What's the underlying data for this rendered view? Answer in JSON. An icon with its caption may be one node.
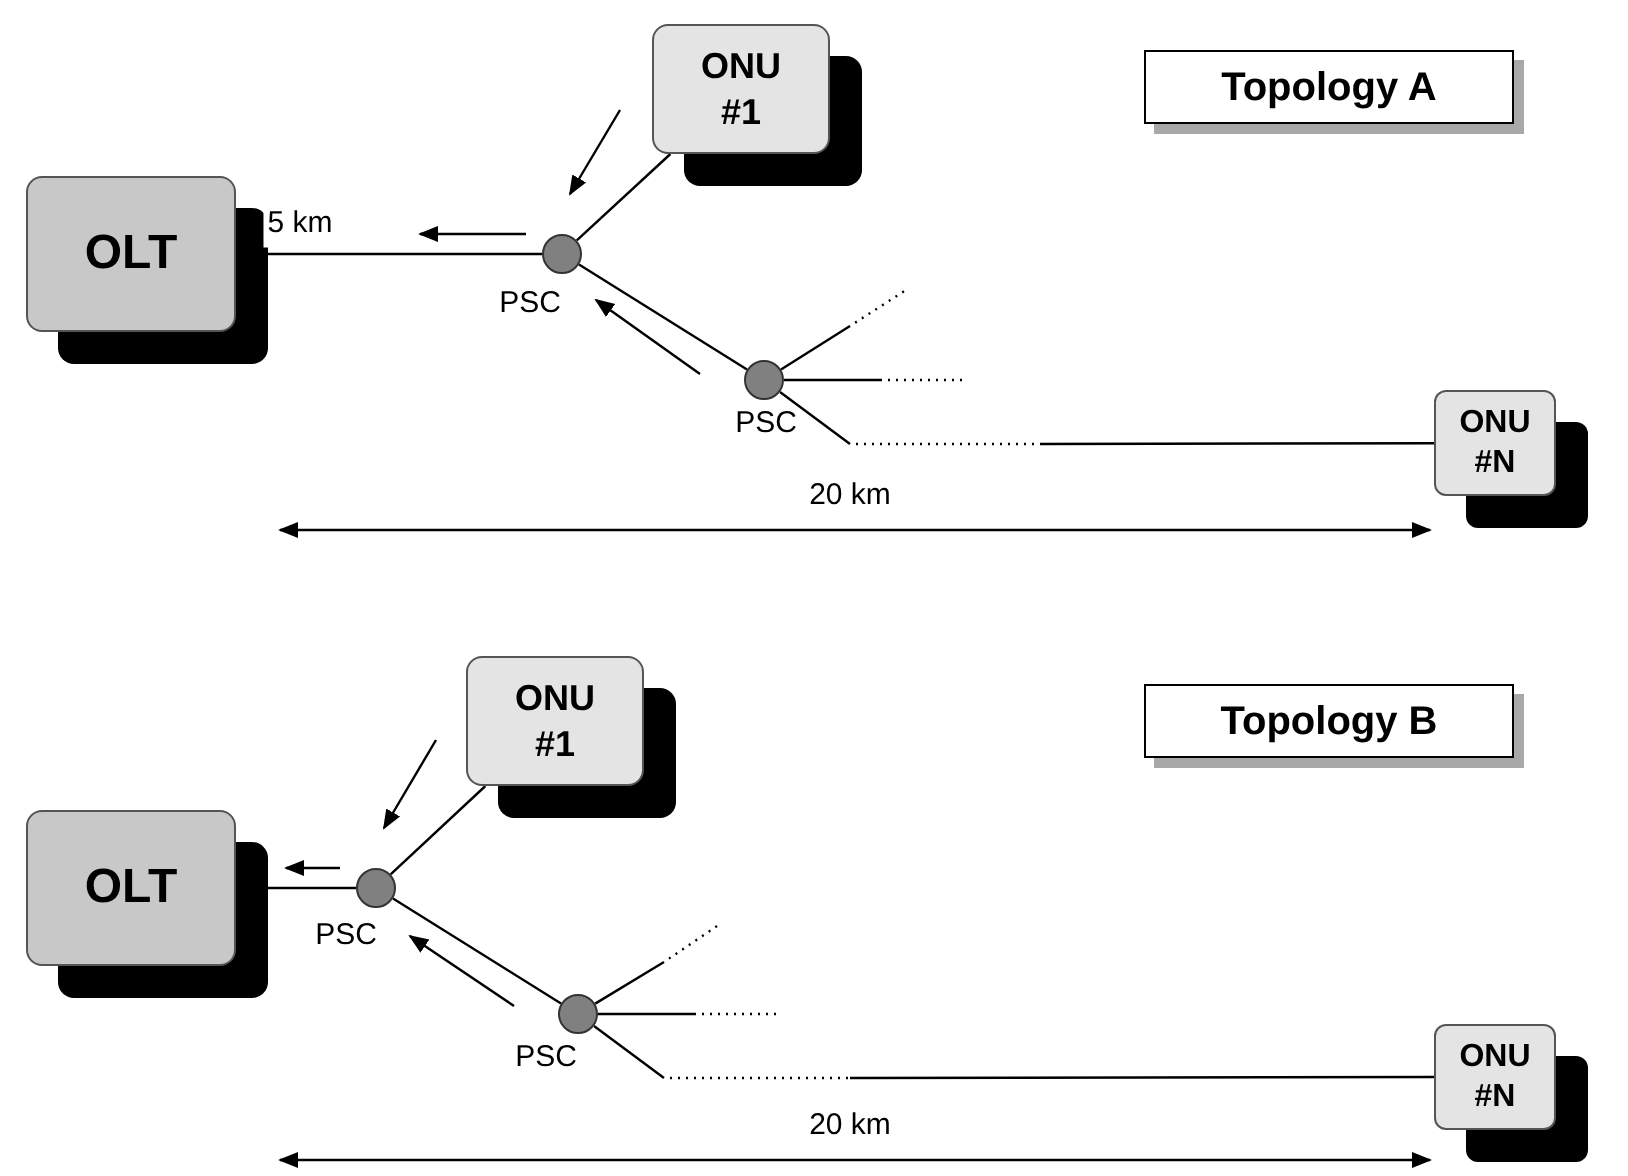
{
  "diagram": {
    "nodes": [
      {
        "text": [
          "Topology A"
        ]
      },
      {
        "text": [
          "OLT"
        ]
      },
      {
        "text": [
          "ONU #1"
        ]
      },
      {
        "text": [],
        "shape": "circle",
        "beside": [
          "PSC"
        ]
      },
      {
        "text": [],
        "shape": "circle",
        "beside": [
          "PSC"
        ]
      },
      {
        "text": [
          "ONU #N"
        ]
      },
      {
        "text": [
          "Topology B"
        ]
      },
      {
        "text": [
          "OLT"
        ]
      },
      {
        "text": [
          "ONU #1"
        ]
      },
      {
        "text": [],
        "shape": "circle",
        "beside": [
          "PSC"
        ]
      },
      {
        "text": [],
        "shape": "circle",
        "beside": [
          "PSC"
        ]
      },
      {
        "text": [
          "ONU #N"
        ]
      }
    ],
    "edges": [
      {
        "from": 1,
        "to": 3,
        "arrow": "none",
        "label": "5 km"
      },
      {
        "from": 2,
        "to": 3,
        "arrow": "none"
      },
      {
        "from": 3,
        "to": 4,
        "arrow": "none"
      },
      {
        "from": 4,
        "to": 5,
        "arrow": "none",
        "style": "dashed"
      },
      {
        "from": 4,
        "to": null,
        "arrow": "none",
        "style": "dashed"
      },
      {
        "from": 4,
        "to": null,
        "arrow": "none",
        "style": "dashed"
      },
      {
        "from": 7,
        "to": 9,
        "arrow": "none"
      },
      {
        "from": 8,
        "to": 9,
        "arrow": "none"
      },
      {
        "from": 9,
        "to": 10,
        "arrow": "none"
      },
      {
        "from": 10,
        "to": 11,
        "arrow": "none",
        "style": "dashed"
      },
      {
        "from": 10,
        "to": null,
        "arrow": "none",
        "style": "dashed"
      },
      {
        "from": 10,
        "to": null,
        "arrow": "none",
        "style": "dashed"
      }
    ],
    "labels": [
      "20 km",
      "20 km"
    ]
  }
}
